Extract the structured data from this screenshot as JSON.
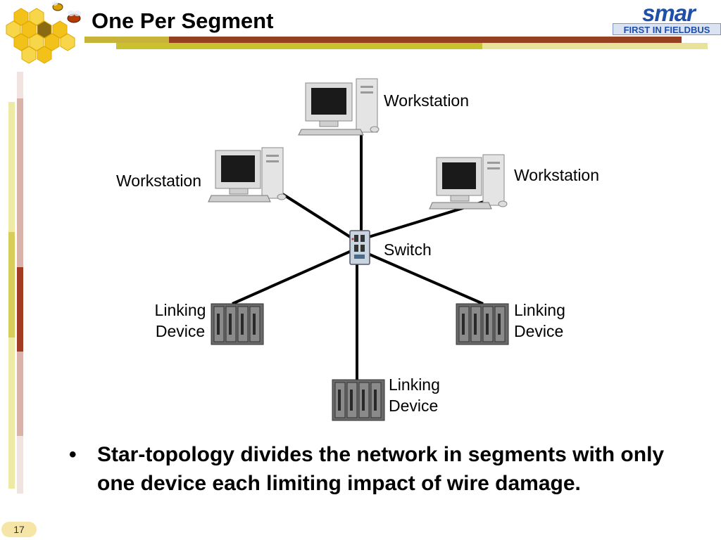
{
  "slide": {
    "title": "One Per Segment",
    "page_number": "17",
    "bullet_mark": "•",
    "bullet_text": "Star-topology divides the network in segments with only one device each limiting impact of wire damage."
  },
  "logo": {
    "name": "smar",
    "tagline": "FIRST IN FIELDBUS"
  },
  "diagram": {
    "workstation_top": "Workstation",
    "workstation_left": "Workstation",
    "workstation_right": "Workstation",
    "switch": "Switch",
    "linking_left": [
      "Linking",
      "Device"
    ],
    "linking_right": [
      "Linking",
      "Device"
    ],
    "linking_bottom": [
      "Linking",
      "Device"
    ]
  },
  "colors": {
    "accent_gold": "#c9b43a",
    "accent_maroon": "#8b2b1d",
    "honeycomb": "#f2c21a",
    "logo_blue": "#1f4fa8"
  }
}
